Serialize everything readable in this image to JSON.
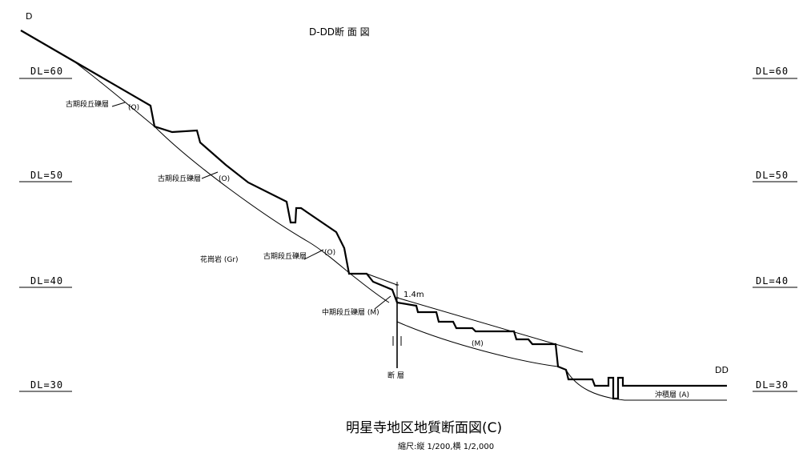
{
  "header": {
    "section_title": "D-DD断 面 図",
    "point_start": "D",
    "point_end": "DD"
  },
  "levels": {
    "left": [
      "DL=60",
      "DL=50",
      "DL=40",
      "DL=30"
    ],
    "right": [
      "DL=60",
      "DL=50",
      "DL=40",
      "DL=30"
    ]
  },
  "annotations": {
    "old_gravel_1": "古期段丘礫層",
    "old_gravel_1_code": "(O)",
    "old_gravel_2": "古期段丘礫層",
    "old_gravel_2_code": "(O)",
    "old_gravel_3": "古期段丘礫層",
    "old_gravel_3_code": "(O)",
    "granite": "花崗岩 (Gr)",
    "mid_gravel": "中期段丘礫層 (M)",
    "mid_gravel_code": "(M)",
    "alluvium": "沖積層 (A)",
    "offset": "1.4m",
    "fault": "断 層"
  },
  "footer": {
    "title": "明星寺地区地質断面図(C)",
    "scale": "縮尺:縦 1/200,横 1/2,000"
  }
}
